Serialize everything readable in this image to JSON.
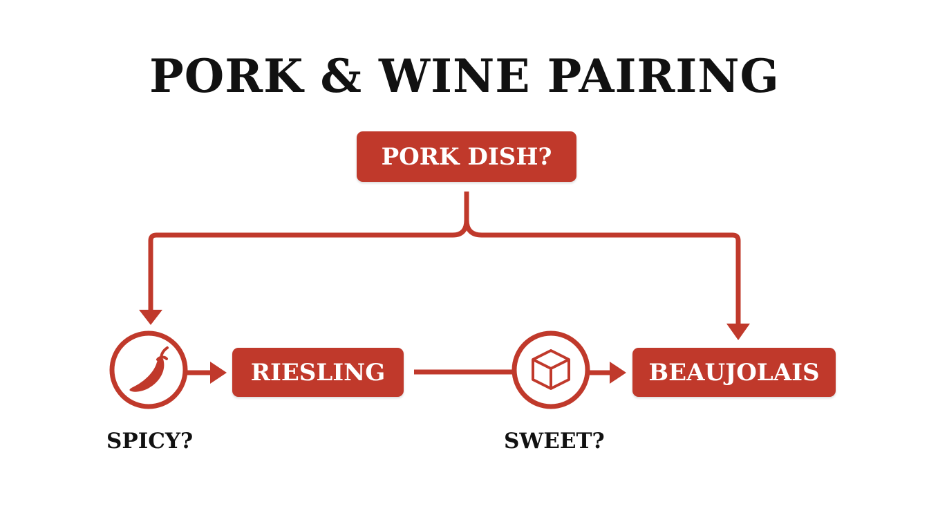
{
  "title": "PORK & WINE PAIRING",
  "nodes": {
    "pork_dish": "PORK DISH?",
    "riesling": "RIESLING",
    "beaujolais": "BEAUJOLAIS"
  },
  "decisions": {
    "spicy": "SPICY?",
    "sweet": "SWEET?"
  },
  "icons": {
    "spicy": "chili-pepper-icon",
    "sweet": "sugar-cube-icon"
  },
  "colors": {
    "accent": "#c0392b",
    "text": "#111111",
    "background": "#ffffff"
  }
}
